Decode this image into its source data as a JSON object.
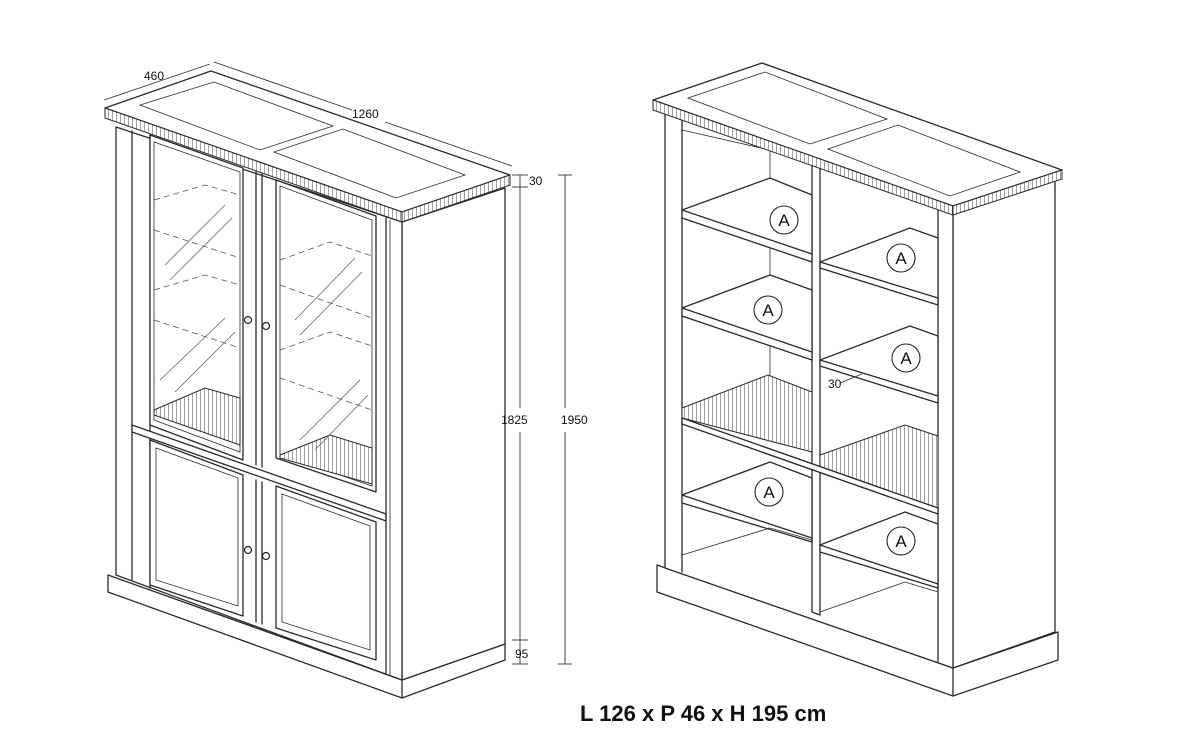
{
  "dimensions": {
    "depth": "460",
    "length": "1260",
    "top_thickness": "30",
    "body_height": "1825",
    "total_height": "1950",
    "base_height": "95",
    "shelf_thickness": "30"
  },
  "shelf_label": "A",
  "caption": "L 126 x P 46 x H 195 cm"
}
